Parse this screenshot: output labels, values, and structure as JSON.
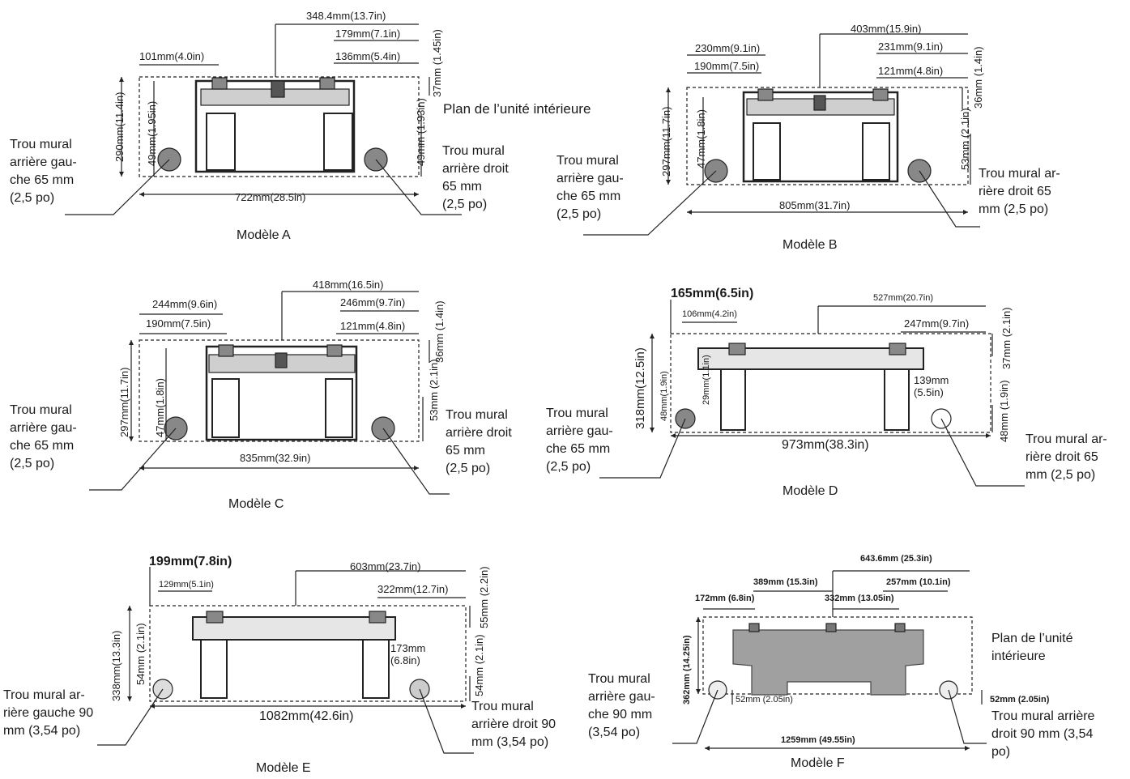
{
  "models": {
    "a": {
      "caption": "Modèle A",
      "dims": [
        "348.4mm(13.7in)",
        "179mm(7.1in)",
        "101mm(4.0in)",
        "136mm(5.4in)",
        "722mm(28.5in)"
      ],
      "vdims": [
        "290mm(11.4in)",
        "49mm(1.95in)",
        "37mm (1.45in)",
        "49mm (1.93in)"
      ],
      "plan": "Plan de l’unité intérieure",
      "left_hole": "Trou mural\narrière gau-\nche 65 mm\n(2,5 po)",
      "right_hole": "Trou mural\narrière droit\n65 mm\n(2,5 po)"
    },
    "b": {
      "caption": "Modèle B",
      "dims": [
        "403mm(15.9in)",
        "230mm(9.1in)",
        "231mm(9.1in)",
        "190mm(7.5in)",
        "121mm(4.8in)",
        "805mm(31.7in)"
      ],
      "vdims": [
        "297mm(11.7in)",
        "47mm(1.8in)",
        "36mm (1.4in)",
        "53mm (2.1in)"
      ],
      "left_hole": "Trou mural\narrière gau-\nche 65 mm\n(2,5 po)",
      "right_hole": "Trou mural ar-\nrière droit 65\nmm (2,5 po)"
    },
    "c": {
      "caption": "Modèle C",
      "dims": [
        "418mm(16.5in)",
        "244mm(9.6in)",
        "246mm(9.7in)",
        "190mm(7.5in)",
        "121mm(4.8in)",
        "835mm(32.9in)"
      ],
      "vdims": [
        "297mm(11.7in)",
        "47mm(1.8in)",
        "36mm (1.4in)",
        "53mm (2.1in)"
      ],
      "left_hole": "Trou mural\narrière gau-\nche 65 mm\n(2,5 po)",
      "right_hole": "Trou mural\narrière droit\n65 mm\n(2,5 po)"
    },
    "d": {
      "caption": "Modèle D",
      "dims": [
        "165mm(6.5in)",
        "527mm(20.7in)",
        "106mm(4.2in)",
        "247mm(9.7in)",
        "139mm (5.5in)",
        "973mm(38.3in)"
      ],
      "vdims": [
        "318mm(12.5in)",
        "48mm(1.9in)",
        "29mm(1.1in)",
        "37mm (2.1in)",
        "48mm (1.9in)"
      ],
      "left_hole": "Trou mural\narrière gau-\nche 65 mm\n(2,5 po)",
      "right_hole": "Trou mural ar-\nrière droit 65\nmm (2,5 po)"
    },
    "e": {
      "caption": "Modèle E",
      "dims": [
        "199mm(7.8in)",
        "603mm(23.7in)",
        "129mm(5.1in)",
        "322mm(12.7in)",
        "173mm (6.8in)",
        "1082mm(42.6in)"
      ],
      "vdims": [
        "338mm(13.3in)",
        "54mm (2.1in)",
        "55mm (2.2in)",
        "54mm (2.1in)"
      ],
      "left_hole": "Trou mural ar-\nrière gauche 90\nmm (3,54 po)",
      "right_hole": "Trou mural\narrière droit 90\nmm (3,54 po)"
    },
    "f": {
      "caption": "Modèle F",
      "dims": [
        "643.6mm (25.3in)",
        "389mm (15.3in)",
        "257mm (10.1in)",
        "172mm (6.8in)",
        "332mm (13.05in)",
        "52mm (2.05in)",
        "52mm (2.05in)",
        "1259mm (49.55in)"
      ],
      "vdims": [
        "362mm (14.25in)"
      ],
      "plan": "Plan de l’unité\nintérieure",
      "left_hole": "Trou mural\narrière gau-\nche 90 mm\n(3,54 po)",
      "right_hole": "Trou mural arrière\ndroit 90 mm (3,54\npo)"
    }
  }
}
